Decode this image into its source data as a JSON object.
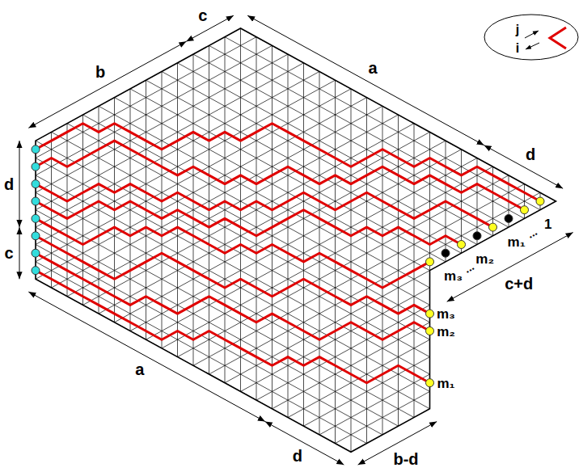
{
  "diagram": {
    "labels": [
      "c",
      "b",
      "a",
      "d",
      "1",
      "...",
      "m₁",
      "m₂",
      "...",
      "m₃",
      "c+d",
      "d",
      "c",
      "m₃",
      "m₂",
      "m₁",
      "a",
      "d",
      "b-d",
      "j",
      "i"
    ]
  }
}
